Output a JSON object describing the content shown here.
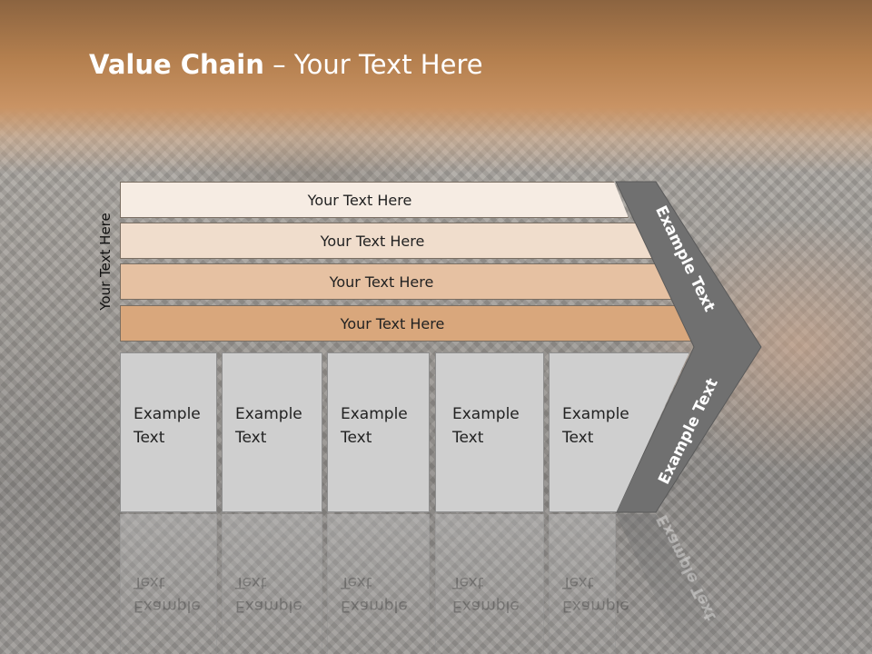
{
  "slide": {
    "title_bold": "Value Chain",
    "title_rest": " – Your Text Here",
    "side_label": "Your Text Here"
  },
  "bars": [
    {
      "label": "Your Text Here",
      "color": "#f6ece3"
    },
    {
      "label": "Your Text Here",
      "color": "#f0ddcc"
    },
    {
      "label": "Your Text Here",
      "color": "#e6c1a2"
    },
    {
      "label": "Your Text Here",
      "color": "#d9a77c"
    }
  ],
  "boxes": [
    {
      "line1": "Example",
      "line2": "Text"
    },
    {
      "line1": "Example",
      "line2": "Text"
    },
    {
      "line1": "Example",
      "line2": "Text"
    },
    {
      "line1": "Example",
      "line2": "Text"
    },
    {
      "line1": "Example",
      "line2": "Text"
    }
  ],
  "chevron": {
    "top_label": "Example Text",
    "bottom_label": "Example Text",
    "color": "#707070"
  },
  "colors": {
    "header": "#b5804f",
    "box_fill": "#cfcfcf"
  }
}
